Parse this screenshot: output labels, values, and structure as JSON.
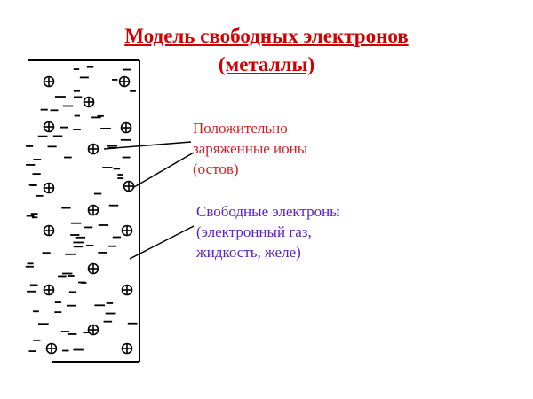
{
  "title": {
    "line1": "Модель свободных электронов",
    "line2": "(металлы)"
  },
  "ions_label": {
    "line1": "Положительно",
    "line2": "заряженные ионы",
    "line3": "(остов)"
  },
  "electrons_label": {
    "line1": "Свободные электроны",
    "line2": "(электронный газ,",
    "line3": "жидкость, желе)"
  },
  "colors": {
    "title": "#d00000",
    "ions_label": "#d42020",
    "electrons_label": "#5a22c8"
  }
}
